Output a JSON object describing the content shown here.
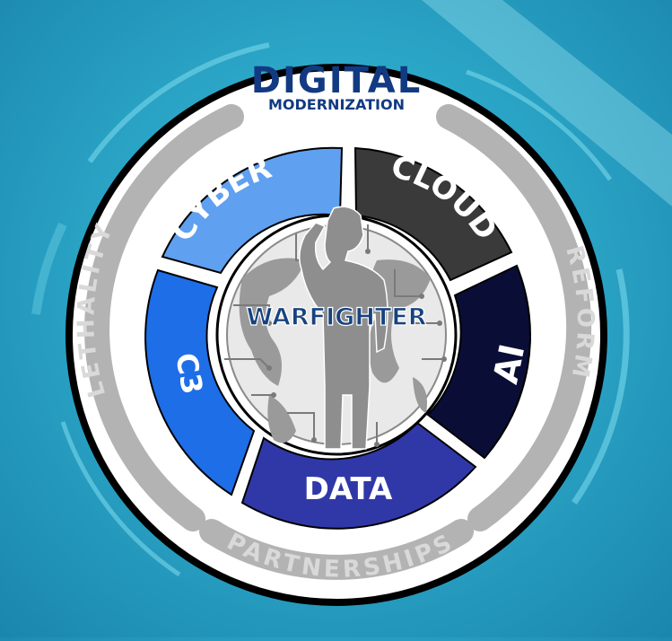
{
  "header": {
    "title": "DIGITAL",
    "subtitle": "MODERNIZATION"
  },
  "center": {
    "label": "WARFIGHTER"
  },
  "inner_segments": [
    {
      "id": "cyber",
      "label": "CYBER",
      "color": "#5fa0f0"
    },
    {
      "id": "cloud",
      "label": "CLOUD",
      "color": "#3a3a3a"
    },
    {
      "id": "ai",
      "label": "AI",
      "color": "#0a0e36"
    },
    {
      "id": "data",
      "label": "DATA",
      "color": "#3038a8"
    },
    {
      "id": "c3",
      "label": "C3",
      "color": "#1e6ee8"
    }
  ],
  "outer_labels": {
    "lethality": "LETHALITY",
    "reform": "REFORM",
    "partnerships": "PARTNERSHIPS"
  },
  "colors": {
    "background": "#2ca7c8",
    "title": "#123a82",
    "ring": "#b3b3b3",
    "outer_label": "#d9d9d9",
    "disc": "#ffffff",
    "rim": "#000000"
  },
  "icons": [
    "saluting-soldier-icon",
    "globe-circuit-icon"
  ]
}
